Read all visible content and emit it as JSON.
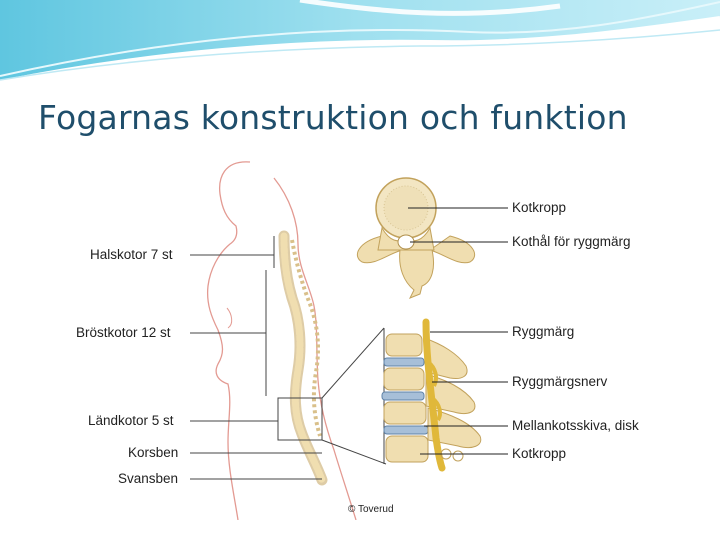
{
  "slide": {
    "title": "Fogarnas konstruktion och funktion"
  },
  "figure": {
    "left_labels": {
      "cervical": "Halskotor 7 st",
      "thoracic": "Bröstkotor 12 st",
      "lumbar": "Ländkotor 5 st",
      "sacrum": "Korsben",
      "coccyx": "Svansben"
    },
    "right_labels": {
      "vertebral_body_top": "Kotkropp",
      "spinal_canal": "Kothål för ryggmärg",
      "spinal_cord": "Ryggmärg",
      "spinal_nerve": "Ryggmärgsnerv",
      "disc": "Mellankotsskiva, disk",
      "vertebral_body_bottom": "Kotkropp"
    },
    "copyright": "© Toverud"
  },
  "colors": {
    "title": "#1f4e6b",
    "banner_light": "#d5f2f8",
    "banner_mid": "#7fd6ea",
    "body_outline": "#e39a92",
    "bone": "#f0deb0",
    "bone_stroke": "#c2a25c",
    "disc": "#a7bfd8",
    "nerve": "#e0b83a"
  }
}
